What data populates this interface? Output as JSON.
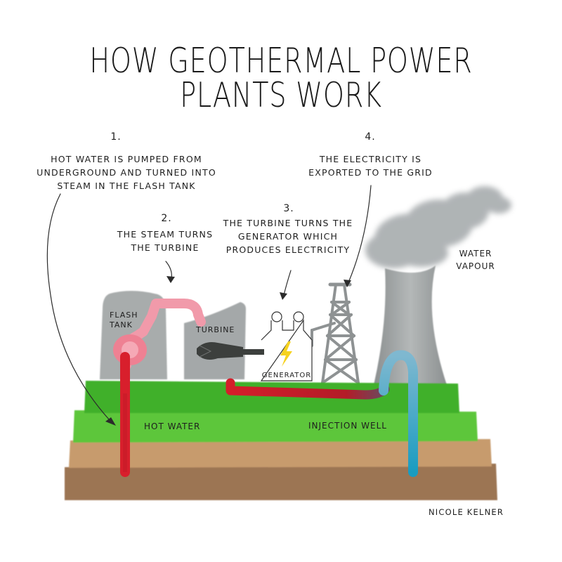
{
  "title": "How Geothermal Power Plants Work",
  "steps": [
    {
      "number": "1.",
      "text": "Hot water is pumped from underground and turned into steam in the flash tank"
    },
    {
      "number": "2.",
      "text": "The steam turns the turbine"
    },
    {
      "number": "3.",
      "text": "The turbine turns the generator which produces electricity"
    },
    {
      "number": "4.",
      "text": "The electricity is exported to the grid"
    }
  ],
  "labels": {
    "flash_tank": "Flash tank",
    "turbine": "Turbine",
    "generator": "Generator",
    "water_vapour": "Water vapour",
    "hot_water": "Hot water",
    "injection_well": "Injection well"
  },
  "credit": "Nicole Kelner",
  "colors": {
    "hot_pipe": "#d8202c",
    "steam_pipe": "#f08fa0",
    "cold_pipe": "#3aa7c4",
    "grass": "#4fc22f",
    "soil": "#c49a6c",
    "deep_soil": "#9b7452",
    "machinery": "#a9adad",
    "lightning": "#f6d21f"
  }
}
